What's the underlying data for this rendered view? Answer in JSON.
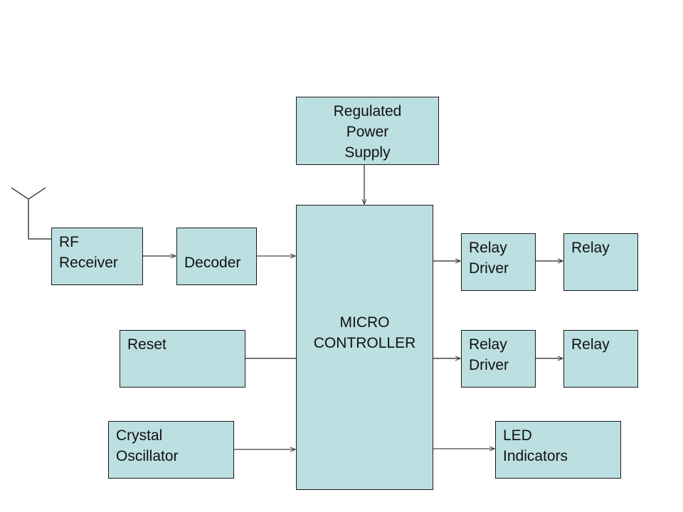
{
  "diagram": {
    "title": "",
    "colors": {
      "block_fill": "#bcdfe1",
      "block_border": "#1a1a1a",
      "wire": "#333333"
    },
    "blocks": {
      "power_supply": {
        "label": "Regulated\nPower\nSupply"
      },
      "rf_receiver": {
        "label": "RF\nReceiver"
      },
      "decoder": {
        "label": "Decoder"
      },
      "microcontroller": {
        "label": "MICRO\nCONTROLLER"
      },
      "reset": {
        "label": "Reset"
      },
      "crystal": {
        "label": "Crystal\nOscillator"
      },
      "relay_driver_1": {
        "label": "Relay\nDriver"
      },
      "relay_1": {
        "label": "Relay"
      },
      "relay_driver_2": {
        "label": "Relay\nDriver"
      },
      "relay_2": {
        "label": "Relay"
      },
      "led": {
        "label": "LED\nIndicators"
      }
    },
    "connections": [
      {
        "from": "antenna",
        "to": "rf_receiver"
      },
      {
        "from": "rf_receiver",
        "to": "decoder"
      },
      {
        "from": "decoder",
        "to": "microcontroller"
      },
      {
        "from": "power_supply",
        "to": "microcontroller"
      },
      {
        "from": "reset",
        "to": "microcontroller"
      },
      {
        "from": "crystal",
        "to": "microcontroller"
      },
      {
        "from": "microcontroller",
        "to": "relay_driver_1"
      },
      {
        "from": "relay_driver_1",
        "to": "relay_1"
      },
      {
        "from": "microcontroller",
        "to": "relay_driver_2"
      },
      {
        "from": "relay_driver_2",
        "to": "relay_2"
      },
      {
        "from": "microcontroller",
        "to": "led"
      }
    ]
  }
}
